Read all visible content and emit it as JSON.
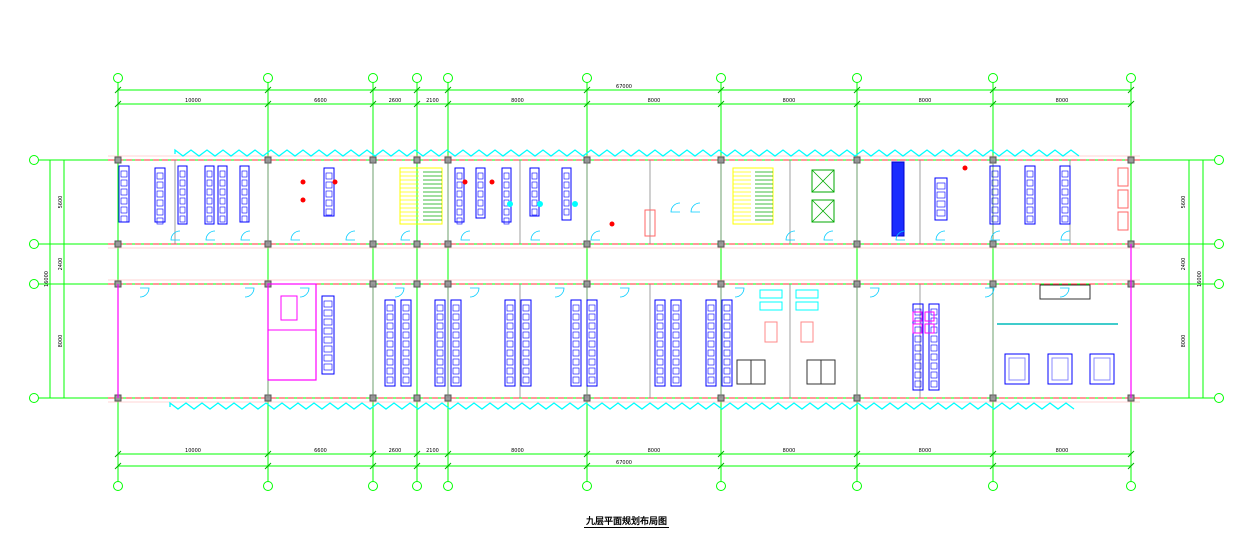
{
  "title": "九层平面规划布局图",
  "overall_dimension": "67000",
  "top_dimensions": [
    "10000",
    "6600",
    "2600",
    "2100",
    "8000",
    "8000",
    "8000",
    "8000",
    "8000"
  ],
  "bottom_dimensions": [
    "10000",
    "6600",
    "2600",
    "2100",
    "8000",
    "8000",
    "8000",
    "8000",
    "8000"
  ],
  "left_dimensions": [
    "5600",
    "2400",
    "8000"
  ],
  "right_dimensions": [
    "5600",
    "2400",
    "8000"
  ],
  "total_depth_dimension": "16000",
  "colors": {
    "axis": "#00ff00",
    "wall": "#ff3333",
    "furniture": "#0000ff",
    "equipment": "#00ffff",
    "door": "#00ccff",
    "stair": "#ffff00",
    "toilet": "#ff00ff",
    "room_text": "#000000"
  }
}
